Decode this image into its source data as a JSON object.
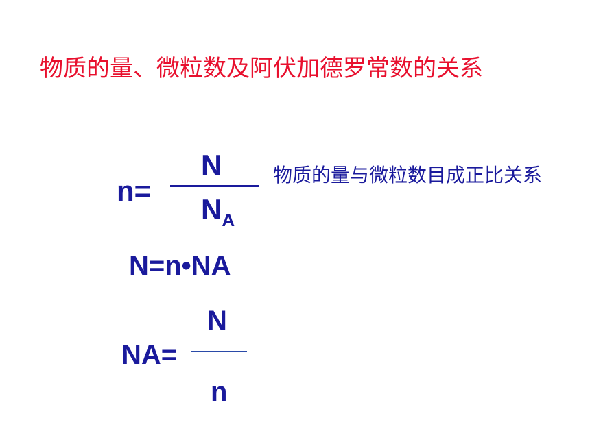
{
  "title": "物质的量、微粒数及阿伏加德罗常数的关系",
  "formula1": {
    "lhs": "n=",
    "numerator": "N",
    "denominator_main": "N",
    "denominator_sub": "A",
    "note": "物质的量与微粒数目成正比关系"
  },
  "formula2": {
    "text": "N=n•NA"
  },
  "formula3": {
    "lhs": "NA=",
    "numerator": "N",
    "denominator": "n"
  },
  "colors": {
    "title": "#e8102e",
    "formula": "#1a1a9c"
  }
}
